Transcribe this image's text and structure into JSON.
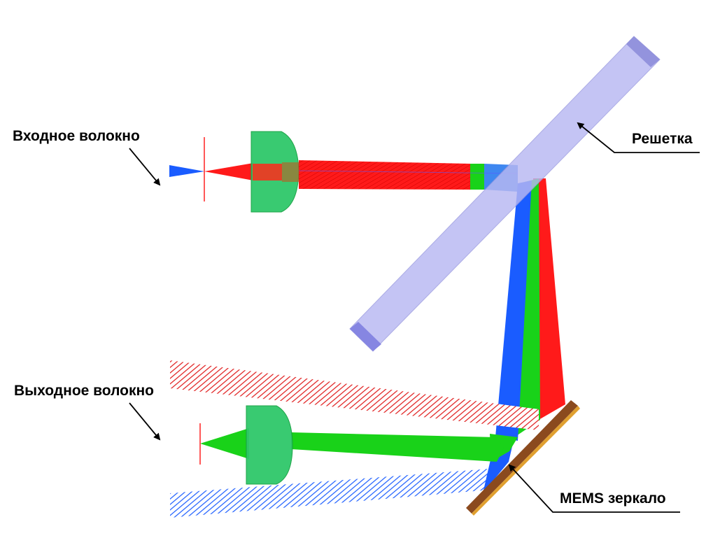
{
  "labels": {
    "input_fiber": "Входное волокно",
    "grating": "Решетка",
    "output_fiber": "Выходное волокно",
    "mems_mirror": "MEMS зеркало"
  },
  "colors": {
    "red_beam": "#ff1a1a",
    "green_beam": "#19d219",
    "blue_beam": "#1a5cff",
    "lens": "#2fc86a",
    "grating": "#b8b8f2",
    "mirror": "#8b4a1e",
    "mirror_edge": "#e0a030"
  }
}
